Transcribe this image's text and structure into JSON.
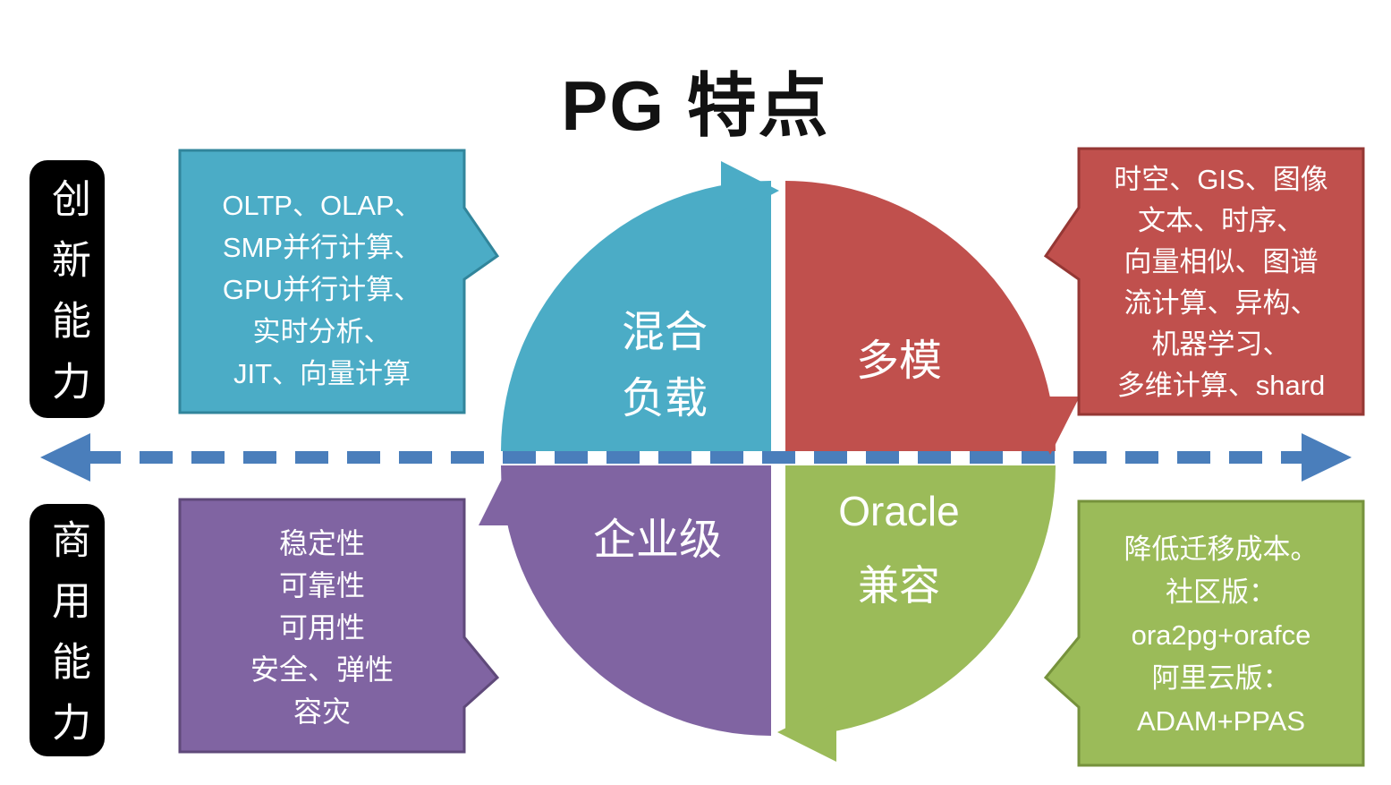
{
  "title": "PG 特点",
  "colors": {
    "teal": "#4BACC6",
    "teal_border": "#31859B",
    "red": "#C0504D",
    "red_border": "#953734",
    "purple": "#8064A2",
    "purple_border": "#5F497A",
    "green": "#9BBB59",
    "green_border": "#76923C",
    "axis_arrow": "#4A7EBB",
    "label_bg": "#000000",
    "text_on_shape": "#FFFFFF"
  },
  "axis": {
    "top_label": "创新能力",
    "bottom_label": "商用能力"
  },
  "quadrants": {
    "top_left": {
      "label": [
        "混合",
        "负载"
      ]
    },
    "top_right": {
      "label": [
        "多模"
      ]
    },
    "bottom_left": {
      "label": [
        "企业级"
      ]
    },
    "bottom_right": {
      "label": [
        "Oracle",
        "兼容"
      ]
    }
  },
  "callouts": {
    "top_left": {
      "lines": [
        "OLTP、OLAP、",
        "SMP并行计算、",
        "GPU并行计算、",
        "实时分析、",
        "JIT、向量计算"
      ]
    },
    "top_right": {
      "lines": [
        "时空、GIS、图像",
        "文本、时序、",
        "向量相似、图谱",
        "流计算、异构、",
        "机器学习、",
        "多维计算、shard"
      ]
    },
    "bottom_left": {
      "lines": [
        "稳定性",
        "可靠性",
        "可用性",
        "安全、弹性",
        "容灾"
      ]
    },
    "bottom_right": {
      "lines": [
        "降低迁移成本。",
        "社区版：",
        "ora2pg+orafce",
        "阿里云版：",
        "ADAM+PPAS"
      ]
    }
  }
}
